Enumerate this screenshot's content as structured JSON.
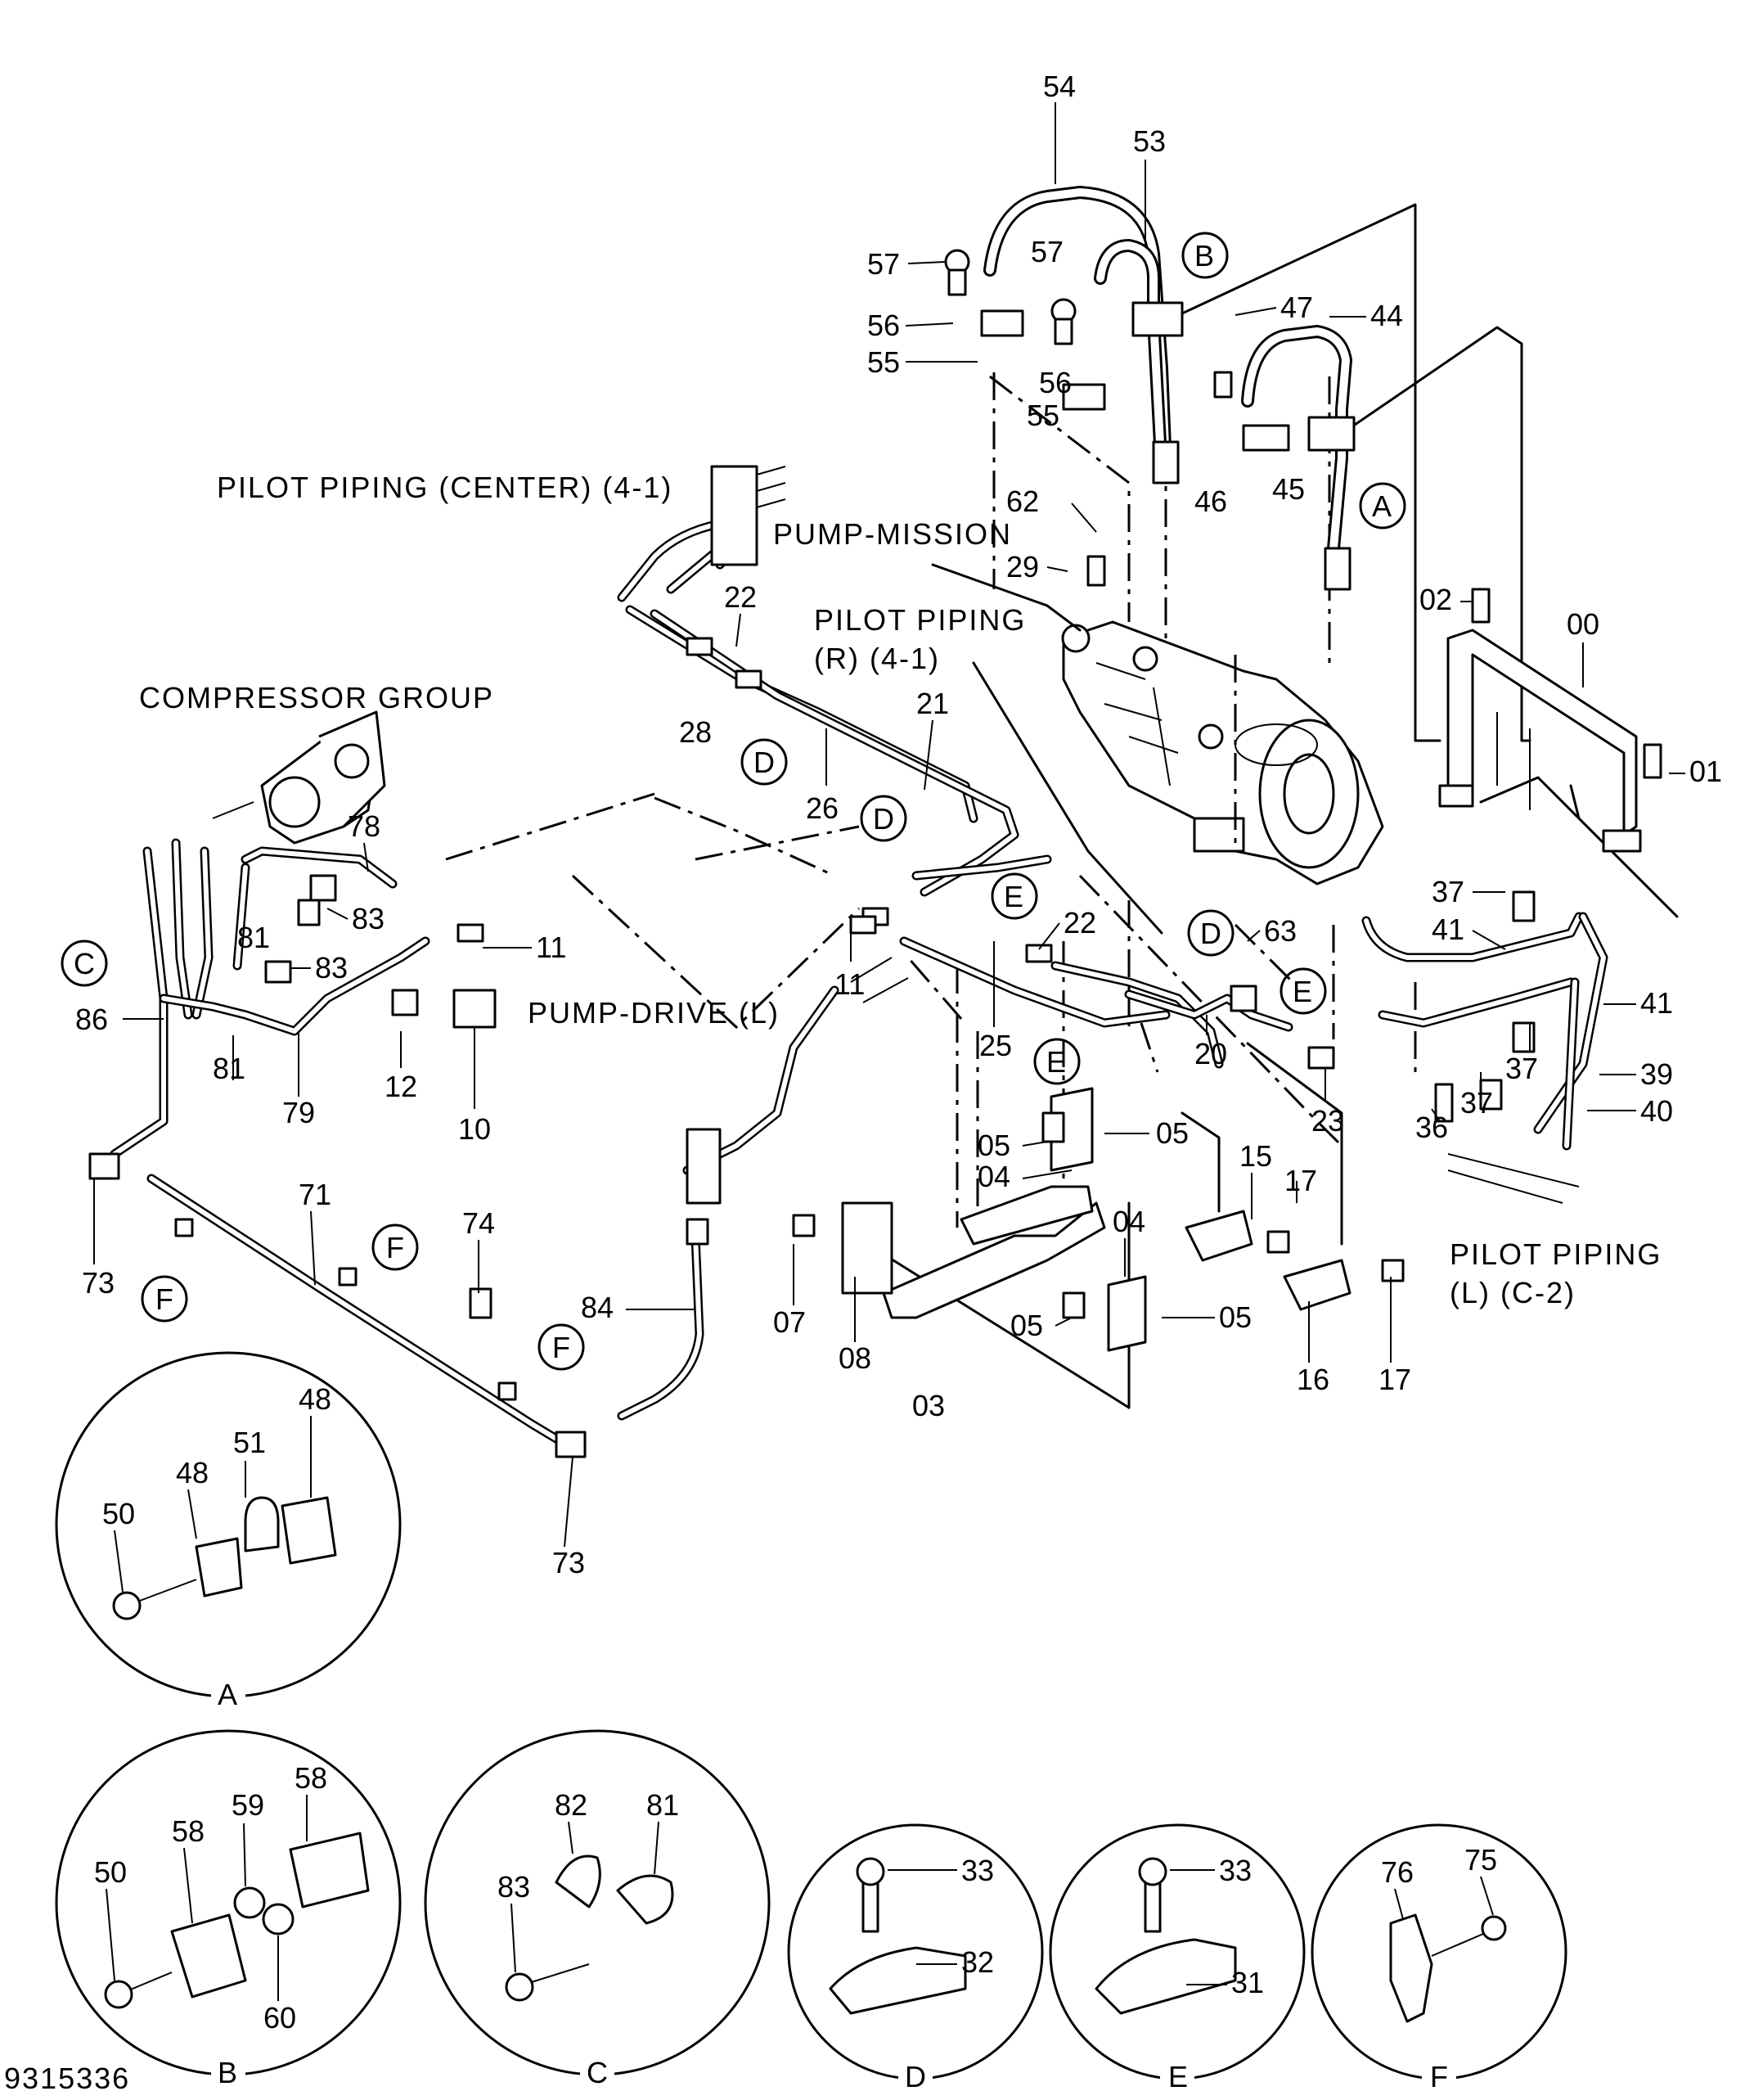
{
  "drawing_number": "9315336",
  "group_labels": {
    "pilot_center": "PILOT PIPING (CENTER) (4-1)",
    "pump_mission": "PUMP-MISSION",
    "pilot_r_1": "PILOT PIPING",
    "pilot_r_2": "(R) (4-1)",
    "compressor": "COMPRESSOR GROUP",
    "pump_drive": "PUMP-DRIVE (L)",
    "pilot_l_1": "PILOT PIPING",
    "pilot_l_2": "(L) (C-2)"
  },
  "callouts": [
    {
      "id": "p54",
      "text": "54"
    },
    {
      "id": "p53",
      "text": "53"
    },
    {
      "id": "p57a",
      "text": "57"
    },
    {
      "id": "p57b",
      "text": "57"
    },
    {
      "id": "p56a",
      "text": "56"
    },
    {
      "id": "p55a",
      "text": "55"
    },
    {
      "id": "p56b",
      "text": "56"
    },
    {
      "id": "p55b",
      "text": "55"
    },
    {
      "id": "p47",
      "text": "47"
    },
    {
      "id": "p44",
      "text": "44"
    },
    {
      "id": "p46",
      "text": "46"
    },
    {
      "id": "p45",
      "text": "45"
    },
    {
      "id": "p62",
      "text": "62"
    },
    {
      "id": "p29",
      "text": "29"
    },
    {
      "id": "p02",
      "text": "02"
    },
    {
      "id": "p00",
      "text": "00"
    },
    {
      "id": "p01",
      "text": "01"
    },
    {
      "id": "p22a",
      "text": "22"
    },
    {
      "id": "p28",
      "text": "28"
    },
    {
      "id": "p26",
      "text": "26"
    },
    {
      "id": "p21",
      "text": "21"
    },
    {
      "id": "p78",
      "text": "78"
    },
    {
      "id": "p83a",
      "text": "83"
    },
    {
      "id": "p81a",
      "text": "81"
    },
    {
      "id": "p83b",
      "text": "83"
    },
    {
      "id": "p86",
      "text": "86"
    },
    {
      "id": "p81b",
      "text": "81"
    },
    {
      "id": "p79",
      "text": "79"
    },
    {
      "id": "p11a",
      "text": "11"
    },
    {
      "id": "p12",
      "text": "12"
    },
    {
      "id": "p10",
      "text": "10"
    },
    {
      "id": "p11b",
      "text": "11"
    },
    {
      "id": "p22b",
      "text": "22"
    },
    {
      "id": "p63",
      "text": "63"
    },
    {
      "id": "p37a",
      "text": "37"
    },
    {
      "id": "p41a",
      "text": "41"
    },
    {
      "id": "p41b",
      "text": "41"
    },
    {
      "id": "p37b",
      "text": "37"
    },
    {
      "id": "p37c",
      "text": "37"
    },
    {
      "id": "p39",
      "text": "39"
    },
    {
      "id": "p40",
      "text": "40"
    },
    {
      "id": "p36",
      "text": "36"
    },
    {
      "id": "p25",
      "text": "25"
    },
    {
      "id": "p20",
      "text": "20"
    },
    {
      "id": "p23",
      "text": "23"
    },
    {
      "id": "p05a",
      "text": "05"
    },
    {
      "id": "p05b",
      "text": "05"
    },
    {
      "id": "p04a",
      "text": "04"
    },
    {
      "id": "p15",
      "text": "15"
    },
    {
      "id": "p17a",
      "text": "17"
    },
    {
      "id": "p04b",
      "text": "04"
    },
    {
      "id": "p07",
      "text": "07"
    },
    {
      "id": "p08",
      "text": "08"
    },
    {
      "id": "p03",
      "text": "03"
    },
    {
      "id": "p05c",
      "text": "05"
    },
    {
      "id": "p05d",
      "text": "05"
    },
    {
      "id": "p16",
      "text": "16"
    },
    {
      "id": "p17b",
      "text": "17"
    },
    {
      "id": "p71",
      "text": "71"
    },
    {
      "id": "p74",
      "text": "74"
    },
    {
      "id": "p84",
      "text": "84"
    },
    {
      "id": "p73a",
      "text": "73"
    },
    {
      "id": "p73b",
      "text": "73"
    },
    {
      "id": "dA_48a",
      "text": "48"
    },
    {
      "id": "dA_51",
      "text": "51"
    },
    {
      "id": "dA_48b",
      "text": "48"
    },
    {
      "id": "dA_50",
      "text": "50"
    },
    {
      "id": "dB_58a",
      "text": "58"
    },
    {
      "id": "dB_59",
      "text": "59"
    },
    {
      "id": "dB_58b",
      "text": "58"
    },
    {
      "id": "dB_50",
      "text": "50"
    },
    {
      "id": "dB_60",
      "text": "60"
    },
    {
      "id": "dC_82",
      "text": "82"
    },
    {
      "id": "dC_81",
      "text": "81"
    },
    {
      "id": "dC_83",
      "text": "83"
    },
    {
      "id": "dD_33",
      "text": "33"
    },
    {
      "id": "dD_32",
      "text": "32"
    },
    {
      "id": "dE_33",
      "text": "33"
    },
    {
      "id": "dE_31",
      "text": "31"
    },
    {
      "id": "dF_76",
      "text": "76"
    },
    {
      "id": "dF_75",
      "text": "75"
    }
  ],
  "view_markers": [
    {
      "id": "mB",
      "letter": "B"
    },
    {
      "id": "mA",
      "letter": "A"
    },
    {
      "id": "mD1",
      "letter": "D"
    },
    {
      "id": "mD2",
      "letter": "D"
    },
    {
      "id": "mE1",
      "letter": "E"
    },
    {
      "id": "mD3",
      "letter": "D"
    },
    {
      "id": "mE2",
      "letter": "E"
    },
    {
      "id": "mE3",
      "letter": "E"
    },
    {
      "id": "mC",
      "letter": "C"
    },
    {
      "id": "mF1",
      "letter": "F"
    },
    {
      "id": "mF2",
      "letter": "F"
    },
    {
      "id": "mF3",
      "letter": "F"
    }
  ],
  "detail_views": [
    {
      "id": "A",
      "caption": "A"
    },
    {
      "id": "B",
      "caption": "B"
    },
    {
      "id": "C",
      "caption": "C"
    },
    {
      "id": "D",
      "caption": "D"
    },
    {
      "id": "E",
      "caption": "E"
    },
    {
      "id": "F",
      "caption": "F"
    }
  ]
}
